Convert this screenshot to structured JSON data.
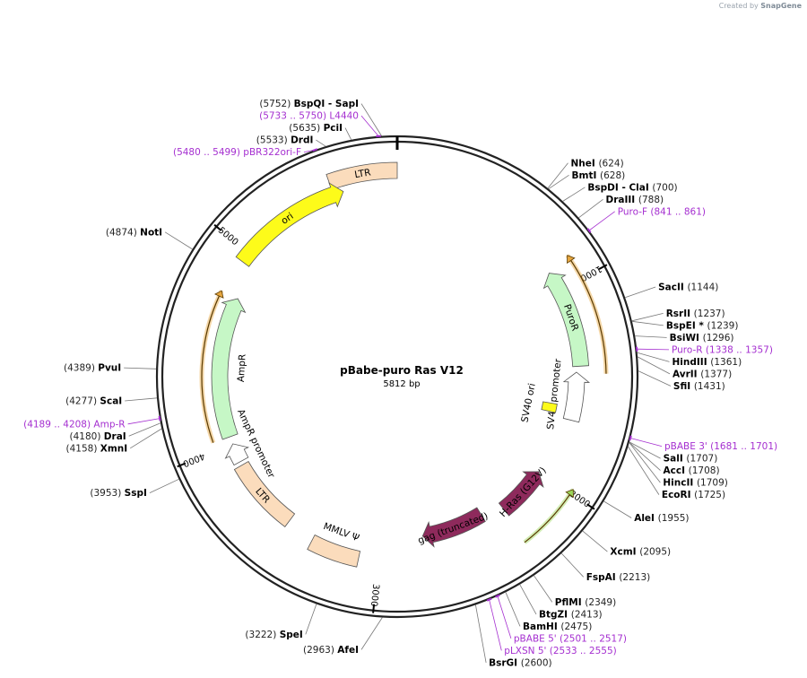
{
  "credit": {
    "prefix": "Created by",
    "brand": "SnapGene"
  },
  "plasmid": {
    "name": "pBabe-puro Ras V12",
    "length_label": "5812 bp",
    "length": 5812
  },
  "ticks": [
    {
      "label": "1000",
      "pos": 1000
    },
    {
      "label": "2000",
      "pos": 2000
    },
    {
      "label": "3000",
      "pos": 3000
    },
    {
      "label": "4000",
      "pos": 4000
    },
    {
      "label": "5000",
      "pos": 5000
    }
  ],
  "features": [
    {
      "id": "ltr-top",
      "label": "LTR",
      "start": 5500,
      "end": 5812,
      "direction": "none",
      "color": "#fbdcbc"
    },
    {
      "id": "ori",
      "label": "ori",
      "start": 4950,
      "end": 5550,
      "direction": "fwd",
      "color": "#fdfb1a"
    },
    {
      "id": "puror",
      "label": "PuroR",
      "start": 900,
      "end": 1400,
      "direction": "rev",
      "color": "#c6f7c6"
    },
    {
      "id": "sv40-promoter",
      "label": "SV40 promoter",
      "start": 1430,
      "end": 1680,
      "direction": "rev",
      "color": "#ffffff"
    },
    {
      "id": "sv40-ori",
      "label": "SV40 ori",
      "start": 1610,
      "end": 1660,
      "direction": "none",
      "color": "#fdfb1a"
    },
    {
      "id": "hras",
      "label": "H-Ras (G12V)",
      "start": 2000,
      "end": 2280,
      "direction": "rev",
      "color": "#8e2a5c"
    },
    {
      "id": "gag",
      "label": "gag (truncated)",
      "start": 2400,
      "end": 2760,
      "direction": "fwd",
      "color": "#8e2a5c"
    },
    {
      "id": "mmlv",
      "label": "MMLV Ψ",
      "start": 3100,
      "end": 3350,
      "direction": "none",
      "color": "#fbdcbc"
    },
    {
      "id": "ltr-bottom",
      "label": "LTR",
      "start": 3500,
      "end": 3880,
      "direction": "none",
      "color": "#fbdcbc"
    },
    {
      "id": "ampr-promoter",
      "label": "AmpR promoter",
      "start": 3900,
      "end": 4000,
      "direction": "fwd",
      "color": "#ffffff"
    },
    {
      "id": "ampr",
      "label": "AmpR",
      "start": 4040,
      "end": 4780,
      "direction": "fwd",
      "color": "#c6f7c6"
    }
  ],
  "orfs": [
    {
      "start": 880,
      "end": 1440,
      "direction": "rev",
      "color": "#e6a63f"
    },
    {
      "start": 1980,
      "end": 2300,
      "direction": "rev",
      "color": "#9bd65a"
    },
    {
      "start": 4040,
      "end": 4780,
      "direction": "fwd",
      "color": "#e6a63f"
    }
  ],
  "sites": [
    {
      "enzyme": "BspQI",
      "enzyme2": "SapI",
      "pos_label": "(5752)",
      "pos": 5752
    },
    {
      "enzyme": "PciI",
      "pos_label": "(5635)",
      "pos": 5635
    },
    {
      "enzyme": "DrdI",
      "pos_label": "(5533)",
      "pos": 5533
    },
    {
      "enzyme": "NheI",
      "pos_label": "(624)",
      "pos": 624
    },
    {
      "enzyme": "BmtI",
      "pos_label": "(628)",
      "pos": 628
    },
    {
      "enzyme": "BspDI",
      "enzyme2": "ClaI",
      "pos_label": "(700)",
      "pos": 700
    },
    {
      "enzyme": "DraIII",
      "pos_label": "(788)",
      "pos": 788
    },
    {
      "enzyme": "SacII",
      "pos_label": "(1144)",
      "pos": 1144
    },
    {
      "enzyme": "RsrII",
      "pos_label": "(1237)",
      "pos": 1237
    },
    {
      "enzyme": "BspEI",
      "star": "*",
      "pos_label": "(1239)",
      "pos": 1239
    },
    {
      "enzyme": "BsiWI",
      "pos_label": "(1296)",
      "pos": 1296
    },
    {
      "enzyme": "HindIII",
      "pos_label": "(1361)",
      "pos": 1361
    },
    {
      "enzyme": "AvrII",
      "pos_label": "(1377)",
      "pos": 1377
    },
    {
      "enzyme": "SfiI",
      "pos_label": "(1431)",
      "pos": 1431
    },
    {
      "enzyme": "SalI",
      "pos_label": "(1707)",
      "pos": 1707
    },
    {
      "enzyme": "AccI",
      "pos_label": "(1708)",
      "pos": 1708
    },
    {
      "enzyme": "HincII",
      "pos_label": "(1709)",
      "pos": 1709
    },
    {
      "enzyme": "EcoRI",
      "pos_label": "(1725)",
      "pos": 1725
    },
    {
      "enzyme": "AleI",
      "pos_label": "(1955)",
      "pos": 1955
    },
    {
      "enzyme": "XcmI",
      "pos_label": "(2095)",
      "pos": 2095
    },
    {
      "enzyme": "FspAI",
      "pos_label": "(2213)",
      "pos": 2213
    },
    {
      "enzyme": "PflMI",
      "pos_label": "(2349)",
      "pos": 2349
    },
    {
      "enzyme": "BtgZI",
      "pos_label": "(2413)",
      "pos": 2413
    },
    {
      "enzyme": "BamHI",
      "pos_label": "(2475)",
      "pos": 2475
    },
    {
      "enzyme": "BsrGI",
      "pos_label": "(2600)",
      "pos": 2600
    },
    {
      "enzyme": "AfeI",
      "pos_label": "(2963)",
      "pos": 2963
    },
    {
      "enzyme": "SpeI",
      "pos_label": "(3222)",
      "pos": 3222
    },
    {
      "enzyme": "SspI",
      "pos_label": "(3953)",
      "pos": 3953
    },
    {
      "enzyme": "XmnI",
      "pos_label": "(4158)",
      "pos": 4158
    },
    {
      "enzyme": "DraI",
      "pos_label": "(4180)",
      "pos": 4180
    },
    {
      "enzyme": "ScaI",
      "pos_label": "(4277)",
      "pos": 4277
    },
    {
      "enzyme": "PvuI",
      "pos_label": "(4389)",
      "pos": 4389
    },
    {
      "enzyme": "NotI",
      "pos_label": "(4874)",
      "pos": 4874
    }
  ],
  "primers": [
    {
      "name": "L4440",
      "range_label": "(5733 .. 5750)",
      "pos": 5740
    },
    {
      "name": "pBR322ori-F",
      "range_label": "(5480 .. 5499)",
      "pos": 5490
    },
    {
      "name": "Puro-F",
      "range_label": "(841 .. 861)",
      "pos": 851
    },
    {
      "name": "Puro-R",
      "range_label": "(1338 .. 1357)",
      "pos": 1347
    },
    {
      "name": "pBABE 3'",
      "range_label": "(1681 .. 1701)",
      "pos": 1691
    },
    {
      "name": "pBABE 5'",
      "range_label": "(2501 .. 2517)",
      "pos": 2509
    },
    {
      "name": "pLXSN 5'",
      "range_label": "(2533 .. 2555)",
      "pos": 2544
    },
    {
      "name": "Amp-R",
      "range_label": "(4189 .. 4208)",
      "pos": 4198
    }
  ],
  "colors": {
    "backbone": "#222222",
    "site_text": "#000000",
    "position_text": "#222222",
    "primer": "#a52fd0",
    "leader": "#777777"
  }
}
